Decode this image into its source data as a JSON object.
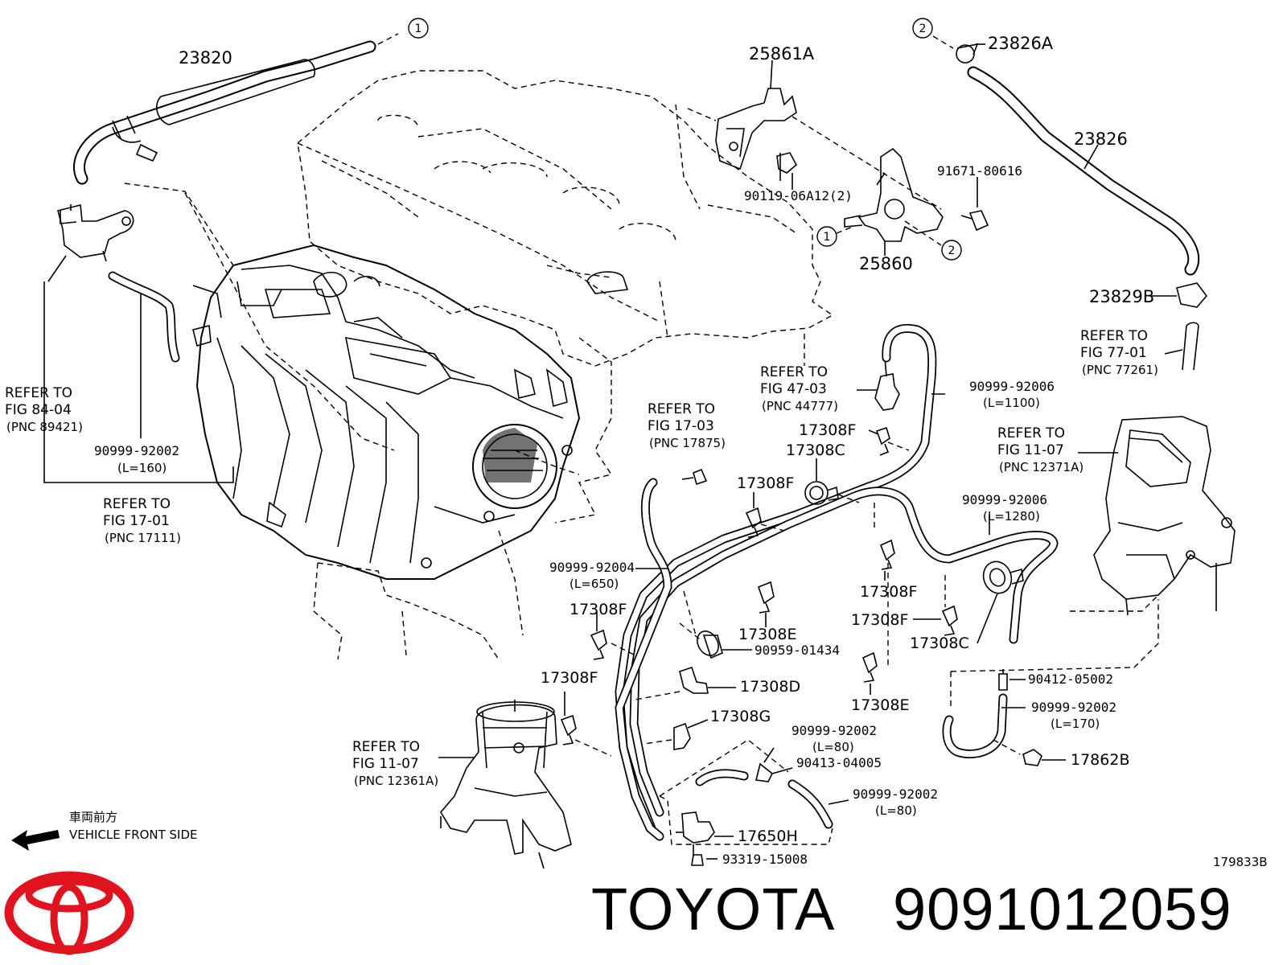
{
  "diagram": {
    "part_labels": {
      "p23820": "23820",
      "p25861A": "25861A",
      "p23826A": "23826A",
      "p23826": "23826",
      "p91671": "91671-80616",
      "p90119": "90119-06A12(2)",
      "p25860": "25860",
      "p23829B": "23829B",
      "p90999_92006a": "90999-92006",
      "p90999_92006b": "90999-92006",
      "p90999_92002a": "90999-92002",
      "p90999_92004": "90999-92004",
      "p17308F_1": "17308F",
      "p17308C_1": "17308C",
      "p17308F_2": "17308F",
      "p17308F_3": "17308F",
      "p17308F_4": "17308F",
      "p17308F_5": "17308F",
      "p17308F_6": "17308F",
      "p17308E_1": "17308E",
      "p17308E_2": "17308E",
      "p17308C_2": "17308C",
      "p17308D": "17308D",
      "p17308G": "17308G",
      "p90959": "90959-01434",
      "p90412": "90412-05002",
      "p90999_92002b": "90999-92002",
      "p17862B": "17862B",
      "p90999_92002c": "90999-92002",
      "p90413": "90413-04005",
      "p90999_92002d": "90999-92002",
      "p17650H": "17650H",
      "p93319": "93319-15008"
    },
    "lengths": {
      "l1100": "(L=1100)",
      "l1280": "(L=1280)",
      "l160": "(L=160)",
      "l650": "(L=650)",
      "l170": "(L=170)",
      "l80a": "(L=80)",
      "l80b": "(L=80)"
    },
    "refs": {
      "r8404": {
        "line1": "REFER TO",
        "line2": "FIG 84-04",
        "line3": "(PNC 89421)"
      },
      "r1701": {
        "line1": "REFER TO",
        "line2": "FIG 17-01",
        "line3": "(PNC 17111)"
      },
      "r1703": {
        "line1": "REFER TO",
        "line2": "FIG 17-03",
        "line3": "(PNC 17875)"
      },
      "r4703": {
        "line1": "REFER TO",
        "line2": "FIG 47-03",
        "line3": "(PNC 44777)"
      },
      "r7701": {
        "line1": "REFER TO",
        "line2": "FIG 77-01",
        "line3": "(PNC 77261)"
      },
      "r1107a": {
        "line1": "REFER TO",
        "line2": "FIG 11-07",
        "line3": "(PNC 12371A)"
      },
      "r1107b": {
        "line1": "REFER TO",
        "line2": "FIG 11-07",
        "line3": "(PNC 12361A)"
      }
    },
    "circles": {
      "c1a": "1",
      "c1b": "1",
      "c2a": "2",
      "c2b": "2"
    },
    "front_jp": "車両前方",
    "front_en": "VEHICLE FRONT SIDE",
    "figure_code": "179833B"
  },
  "brand": {
    "name": "TOYOTA",
    "part_number": "9091012059",
    "logo_color": "#e0141e",
    "text_color": "#000000"
  }
}
